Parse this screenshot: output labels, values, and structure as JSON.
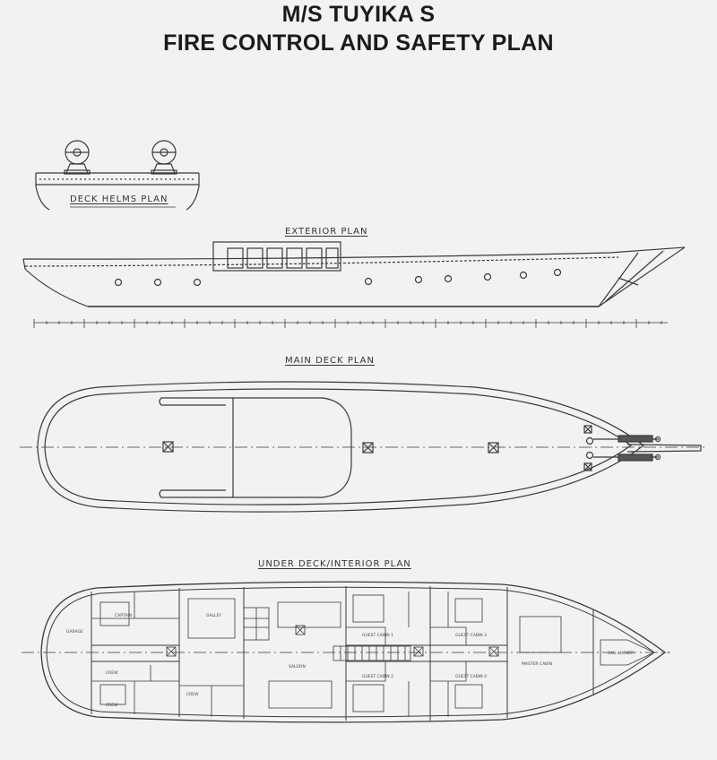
{
  "title": {
    "line1": "M/S TUYIKA S",
    "line2": "FIRE CONTROL AND SAFETY PLAN"
  },
  "views": {
    "deck_helms": "DECK HELMS PLAN",
    "exterior": "EXTERIOR PLAN",
    "main_deck": "MAIN DECK PLAN",
    "under_deck": "UNDER DECK/INTERIOR PLAN"
  },
  "rooms": {
    "garage": "GARAGE",
    "captain": "CAPTAIN",
    "galley": "GALLEY",
    "saloon": "SALOON",
    "crew_1": "CREW",
    "crew_2": "CREW",
    "crew_3": "CREW",
    "guest_cabin_1": "GUEST CABIN 1",
    "guest_cabin_2": "GUEST CABIN 2",
    "guest_cabin_3": "GUEST CABIN 3",
    "guest_cabin_4": "GUEST CABIN 4",
    "master_cabin": "MASTER CABIN",
    "sail_locker": "SAIL LOCKER"
  },
  "colors": {
    "background": "#f2f2f2",
    "line": "#3a3a3a"
  }
}
